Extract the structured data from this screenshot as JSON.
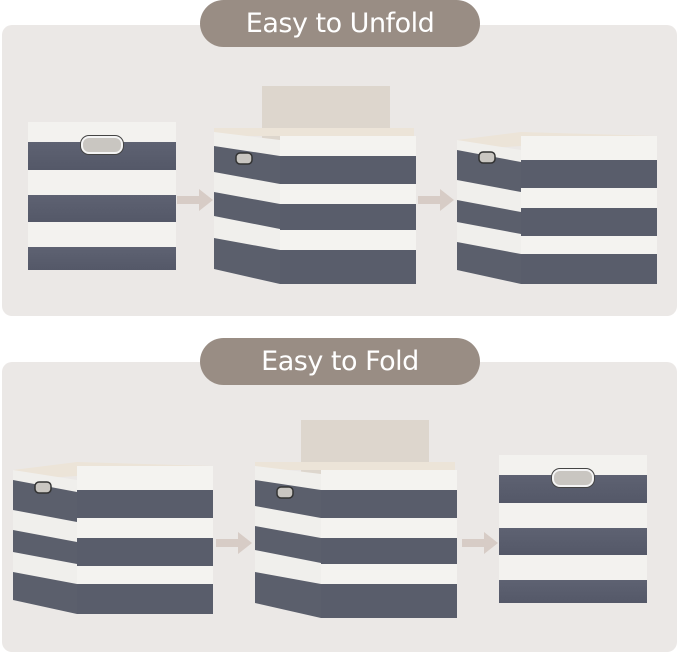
{
  "sections": [
    {
      "id": "unfold",
      "label": "Easy to Unfold",
      "steps": [
        "folded-flat",
        "unfolding-with-insert",
        "open-box"
      ]
    },
    {
      "id": "fold",
      "label": "Easy to Fold",
      "steps": [
        "open-box",
        "folding-with-insert",
        "folded-flat"
      ]
    }
  ],
  "colors": {
    "pill": "#998d84",
    "panel": "#ebe8e6",
    "stripe_dark": "#5e6272",
    "stripe_light": "#f3f2ef",
    "arrow": "#d7ccc6",
    "insert_board": "#dcd5cc"
  },
  "icons": {
    "arrow": "right-arrow-icon"
  }
}
